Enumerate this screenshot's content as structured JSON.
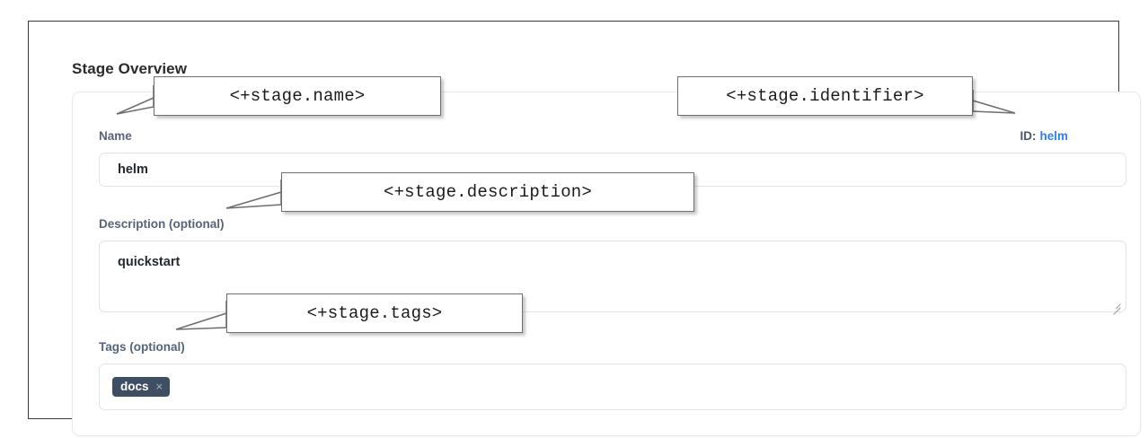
{
  "section": {
    "title": "Stage Overview"
  },
  "fields": {
    "name": {
      "label": "Name",
      "value": "helm"
    },
    "description": {
      "label": "Description (optional)",
      "value": "quickstart"
    },
    "tags": {
      "label": "Tags (optional)",
      "chips": [
        {
          "text": "docs",
          "remove_glyph": "×"
        }
      ]
    }
  },
  "identifier": {
    "label": "ID:",
    "value": "helm"
  },
  "annotations": [
    {
      "key": "name",
      "text": "<+stage.name>"
    },
    {
      "key": "identifier",
      "text": "<+stage.identifier>"
    },
    {
      "key": "description",
      "text": "<+stage.description>"
    },
    {
      "key": "tags",
      "text": "<+stage.tags>"
    }
  ],
  "colors": {
    "label": "#56647a",
    "link": "#2d7ff9",
    "chip_bg": "#3e4f63",
    "frame_border": "#3a3a3a",
    "input_border": "#e3e3e6"
  }
}
